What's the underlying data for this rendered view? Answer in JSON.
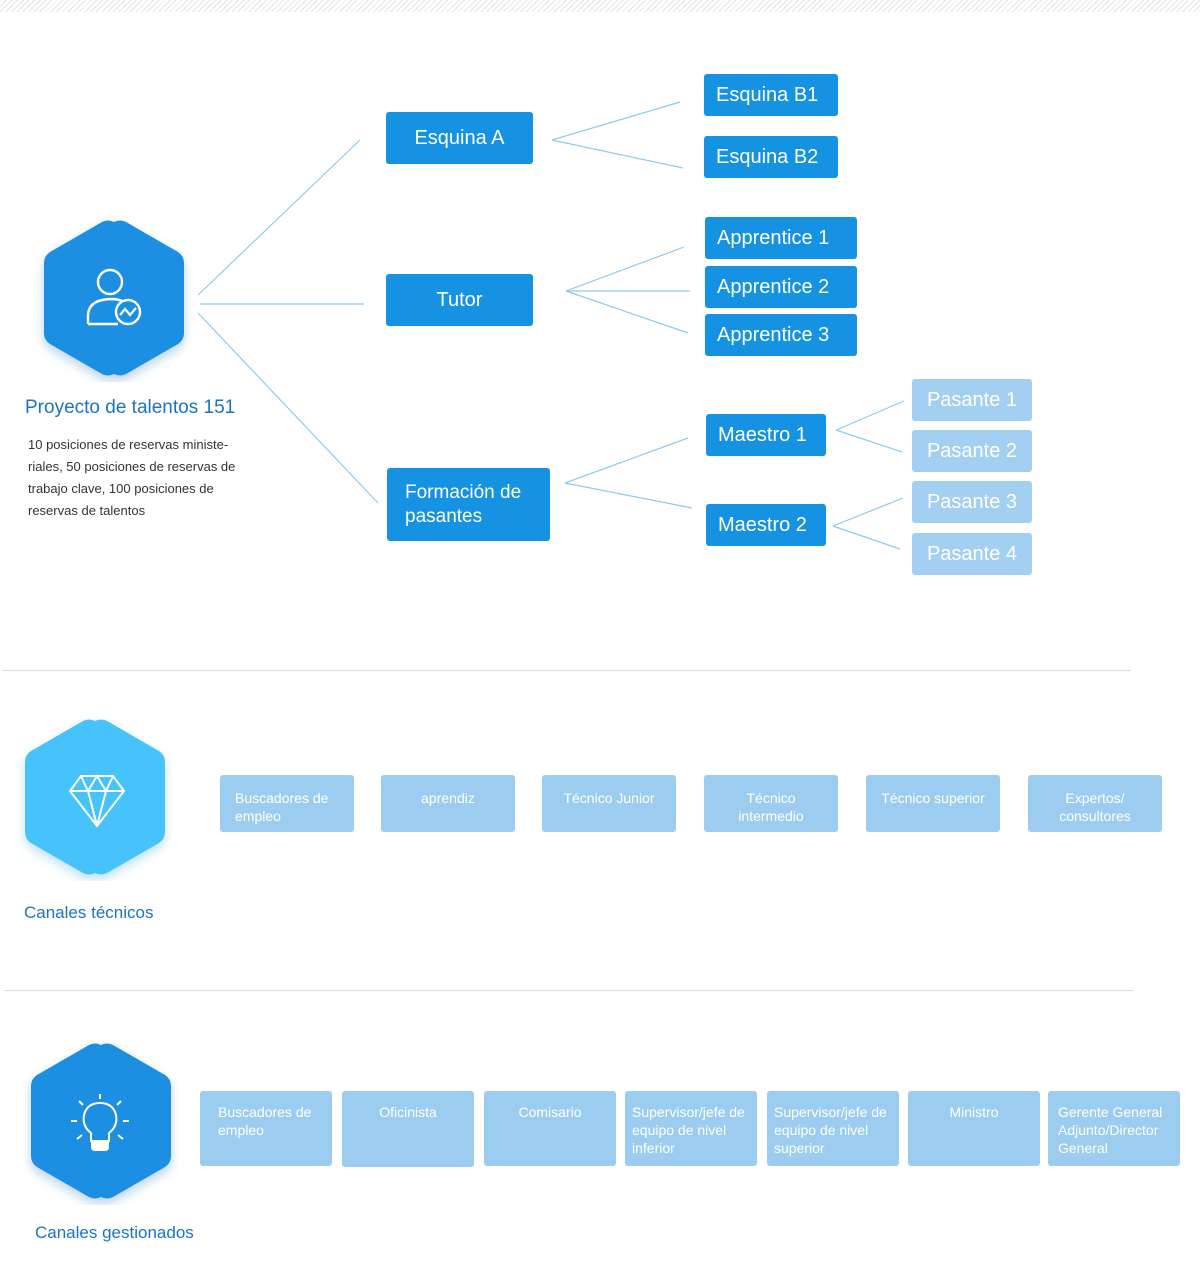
{
  "talent_project": {
    "title": "Proyecto de talentos 151",
    "description": "10 posiciones de reservas ministe-riales, 50 posiciones de reservas de trabajo clave, 100 posiciones de reservas de talentos",
    "icon": "user-chart-icon"
  },
  "tree": {
    "esquina_a": "Esquina A",
    "esquina_b1": "Esquina B1",
    "esquina_b2": "Esquina B2",
    "tutor": "Tutor",
    "apprentice_1": "Apprentice 1",
    "apprentice_2": "Apprentice 2",
    "apprentice_3": "Apprentice 3",
    "formacion": "Formación de pasantes",
    "maestro_1": "Maestro 1",
    "maestro_2": "Maestro 2",
    "pasante_1": "Pasante 1",
    "pasante_2": "Pasante 2",
    "pasante_3": "Pasante 3",
    "pasante_4": "Pasante 4"
  },
  "technical": {
    "title": "Canales técnicos",
    "icon": "diamond-icon",
    "steps": [
      "Buscadores de empleo",
      "aprendiz",
      "Técnico Junior",
      "Técnico intermedio",
      "Técnico superior",
      "Expertos/ consultores"
    ]
  },
  "managed": {
    "title": "Canales gestionados",
    "icon": "lightbulb-icon",
    "steps": [
      "Buscadores de empleo",
      "Oficinista",
      "Comisario",
      "Supervisor/jefe de equipo de nivel inferior",
      "Supervisor/jefe de equipo de nivel superior",
      "Ministro",
      "Gerente General Adjunto/Director General"
    ]
  },
  "colors": {
    "primary": "#1592e2",
    "light": "#a3cff1",
    "line": "#8fc9ee",
    "title": "#1a73c7",
    "hex_blue": "#1a8fe3",
    "hex_cyan": "#47c3fb"
  }
}
